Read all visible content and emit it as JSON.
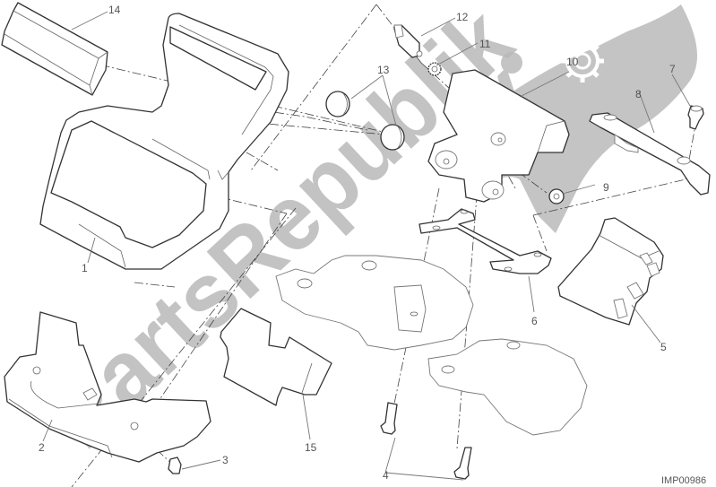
{
  "diagram": {
    "type": "exploded-parts-diagram",
    "reference_code": "IMP00986",
    "watermark": {
      "text": "PartsRepublik",
      "logo_icon": "gear-icon",
      "color": "#c4c4c4"
    },
    "callouts": [
      {
        "number": "1",
        "part": "instrument-panel-cover"
      },
      {
        "number": "2",
        "part": "lower-cover-bracket"
      },
      {
        "number": "3",
        "part": "screw"
      },
      {
        "number": "4",
        "part": "screws-pair"
      },
      {
        "number": "5",
        "part": "rubber-block"
      },
      {
        "number": "6",
        "part": "mounting-plate"
      },
      {
        "number": "7",
        "part": "screw"
      },
      {
        "number": "8",
        "part": "bracket-bar"
      },
      {
        "number": "9",
        "part": "nut"
      },
      {
        "number": "10",
        "part": "support-bracket"
      },
      {
        "number": "11",
        "part": "toothed-washer"
      },
      {
        "number": "12",
        "part": "stud"
      },
      {
        "number": "13",
        "part": "rubber-grommets"
      },
      {
        "number": "14",
        "part": "foam-strip"
      },
      {
        "number": "15",
        "part": "pad"
      }
    ]
  }
}
